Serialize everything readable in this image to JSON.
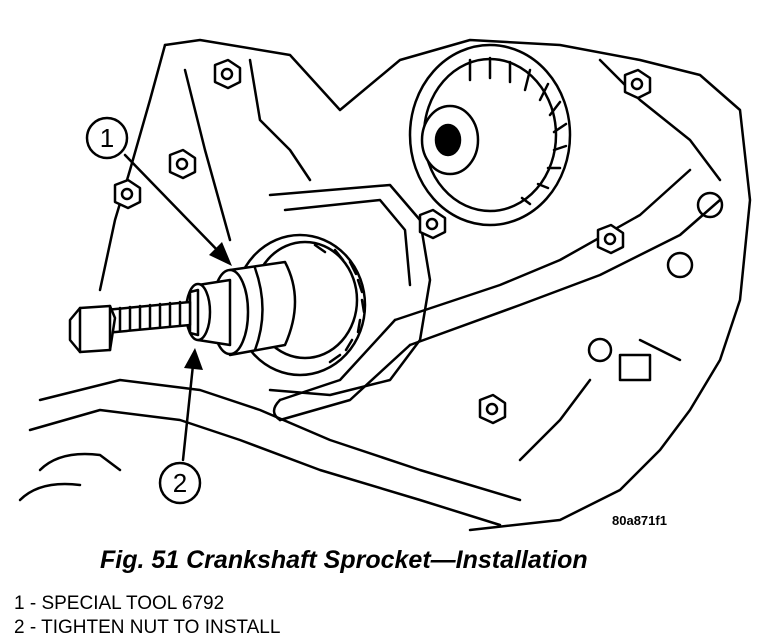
{
  "figure": {
    "id_label": "80a871f1",
    "caption": "Fig. 51 Crankshaft Sprocket—Installation",
    "callouts": [
      {
        "number": "1"
      },
      {
        "number": "2"
      }
    ]
  },
  "legend": {
    "items": [
      {
        "text": "1 - SPECIAL TOOL 6792"
      },
      {
        "text": "2 - TIGHTEN NUT TO INSTALL"
      }
    ]
  },
  "colors": {
    "line": "#000000",
    "background": "#ffffff",
    "shade": "#e6e6e6"
  }
}
